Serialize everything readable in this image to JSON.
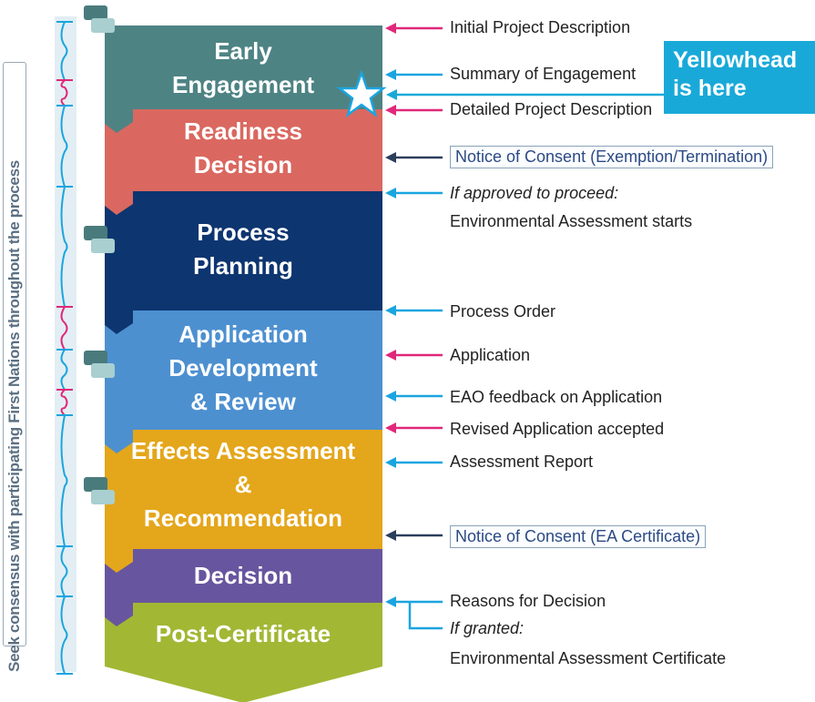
{
  "side_label": "Seek consensus with participating First Nations throughout the process",
  "stages": [
    {
      "label_lines": [
        "Early",
        "Engagement"
      ],
      "color": "#4e8384"
    },
    {
      "label_lines": [
        "Readiness",
        "Decision"
      ],
      "color": "#da6860"
    },
    {
      "label_lines": [
        "Process",
        "Planning"
      ],
      "color": "#0d3570"
    },
    {
      "label_lines": [
        "Application",
        "Development",
        "& Review"
      ],
      "color": "#4d90d0"
    },
    {
      "label_lines": [
        "Effects Assessment",
        "&",
        "Recommendation"
      ],
      "color": "#e4a61b"
    },
    {
      "label_lines": [
        "Decision"
      ],
      "color": "#68559f"
    },
    {
      "label_lines": [
        "Post-Certificate"
      ],
      "color": "#a2b734"
    }
  ],
  "outputs": [
    {
      "text": "Initial Project Description",
      "arrow": "pink"
    },
    {
      "text": "Summary of Engagement",
      "arrow": "blue"
    },
    {
      "text": "Detailed Project Description",
      "arrow": "pink"
    },
    {
      "text": "Notice of Consent (Exemption/Termination)",
      "arrow": "navy",
      "boxed": true
    },
    {
      "text": "If approved to proceed:",
      "arrow": "blue",
      "italic": true
    },
    {
      "text": "Environmental Assessment starts"
    },
    {
      "text": "Process Order",
      "arrow": "blue"
    },
    {
      "text": "Application",
      "arrow": "pink"
    },
    {
      "text": "EAO feedback on Application",
      "arrow": "blue"
    },
    {
      "text": "Revised Application accepted",
      "arrow": "pink"
    },
    {
      "text": "Assessment Report",
      "arrow": "blue"
    },
    {
      "text": "Notice of Consent (EA Certificate)",
      "arrow": "navy",
      "boxed": true
    },
    {
      "text": "Reasons for Decision",
      "arrow": "blue"
    },
    {
      "text": "If granted:",
      "italic": true
    },
    {
      "text": "Environmental Assessment Certificate"
    }
  ],
  "callout": {
    "lines": [
      "Yellowhead",
      "is here"
    ],
    "color": "#19a9d9"
  },
  "colors": {
    "pink": "#e0287a",
    "blue": "#1aa5e0",
    "navy": "#2b3e5c",
    "star": "#1aa5e0"
  }
}
